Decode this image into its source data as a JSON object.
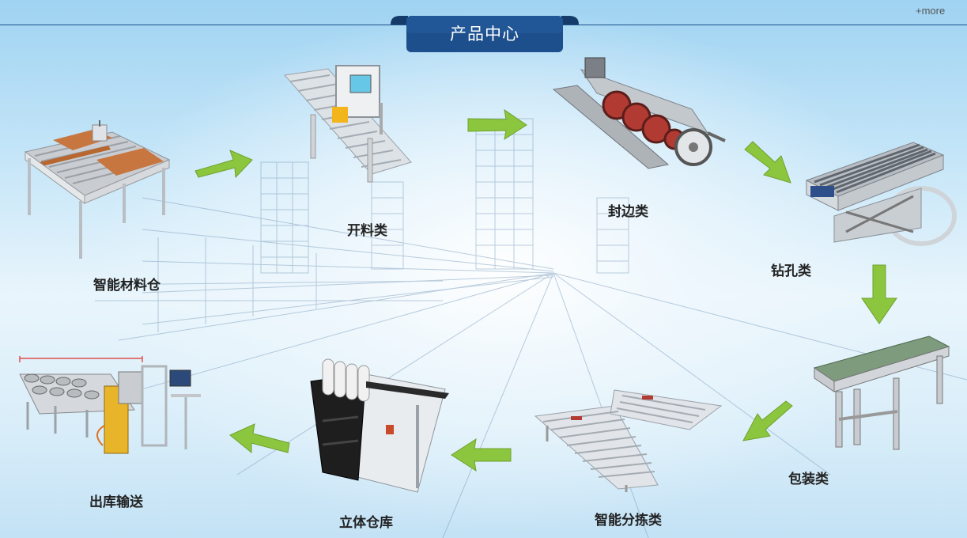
{
  "header": {
    "title": "产品中心",
    "more_link": "+more"
  },
  "colors": {
    "title_tab": "#1d4f8c",
    "arrow_green": "#8cc63f",
    "top_line": "#1c5289"
  },
  "products": [
    {
      "name": "智能材料仓",
      "icon": "material-warehouse-machine"
    },
    {
      "name": "开料类",
      "icon": "panel-saw-machine"
    },
    {
      "name": "封边类",
      "icon": "edge-banding-machine"
    },
    {
      "name": "钻孔类",
      "icon": "roller-lift-table"
    },
    {
      "name": "包装类",
      "icon": "belt-conveyor"
    },
    {
      "name": "智能分拣类",
      "icon": "sorting-conveyor-system"
    },
    {
      "name": "立体仓库",
      "icon": "vertical-storage-rack"
    },
    {
      "name": "出库输送",
      "icon": "outbound-packaging-line"
    }
  ]
}
